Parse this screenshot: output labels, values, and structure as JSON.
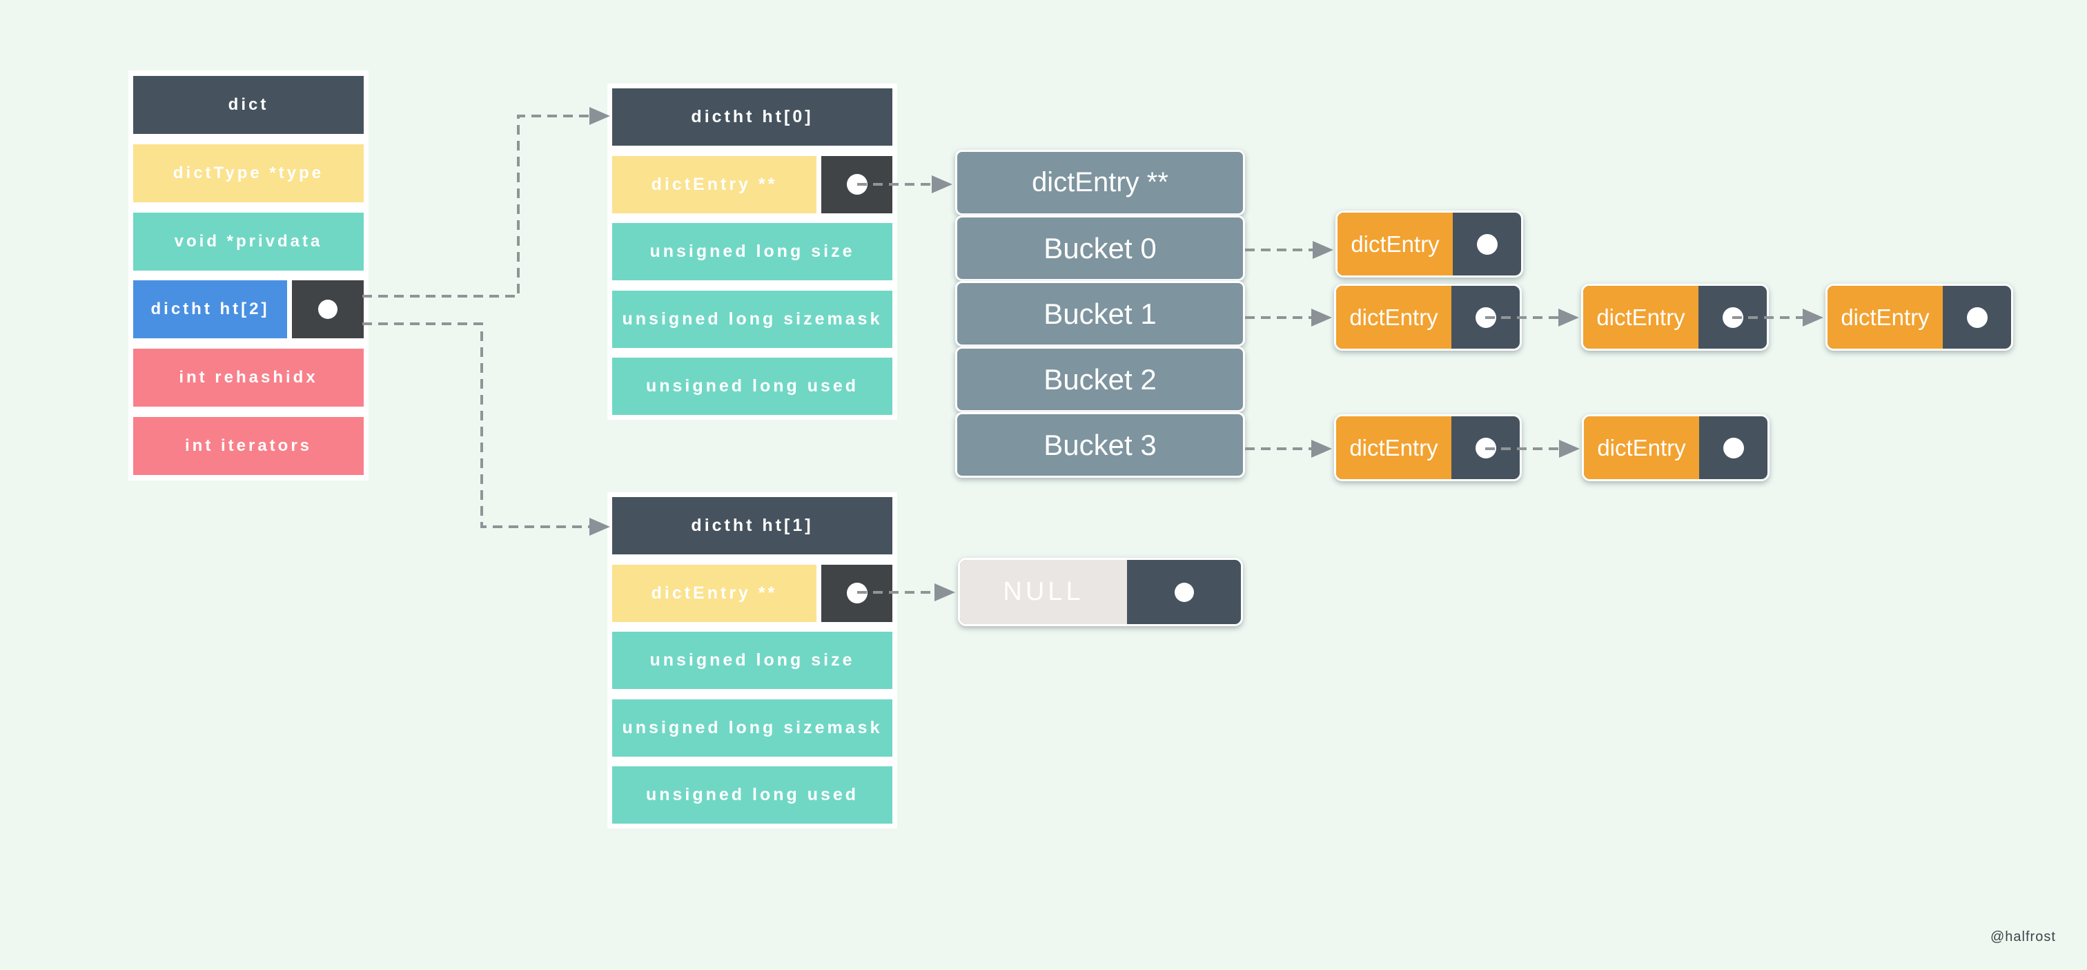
{
  "watermark": "@halfrost",
  "dict_struct": {
    "title": "dict",
    "fields": {
      "type": "dictType *type",
      "privdata": "void *privdata",
      "ht": "dictht ht[2]",
      "rehashidx": "int rehashidx",
      "iterators": "int iterators"
    }
  },
  "ht0_struct": {
    "title": "dictht ht[0]",
    "fields": {
      "table": "dictEntry **",
      "size": "unsigned long size",
      "sizemask": "unsigned long sizemask",
      "used": "unsigned long used"
    }
  },
  "ht1_struct": {
    "title": "dictht ht[1]",
    "fields": {
      "table": "dictEntry **",
      "size": "unsigned long size",
      "sizemask": "unsigned long sizemask",
      "used": "unsigned long used"
    }
  },
  "bucket_table": {
    "header": "dictEntry **",
    "buckets": [
      "Bucket 0",
      "Bucket 1",
      "Bucket 2",
      "Bucket 3"
    ]
  },
  "null_entry": {
    "label": "NULL"
  },
  "entries": {
    "label": "dictEntry"
  },
  "colors": {
    "background": "#EEF8F1",
    "slate": "#46535E",
    "pointer_cell_dark": "#414447",
    "yellow": "#FBE28E",
    "teal": "#70D7C5",
    "blue": "#4A90E2",
    "pink": "#F8808A",
    "bucket_gray": "#7E949E",
    "orange": "#F2A230",
    "null_gray": "#E9E6E4",
    "connector_gray": "#8F9496"
  }
}
